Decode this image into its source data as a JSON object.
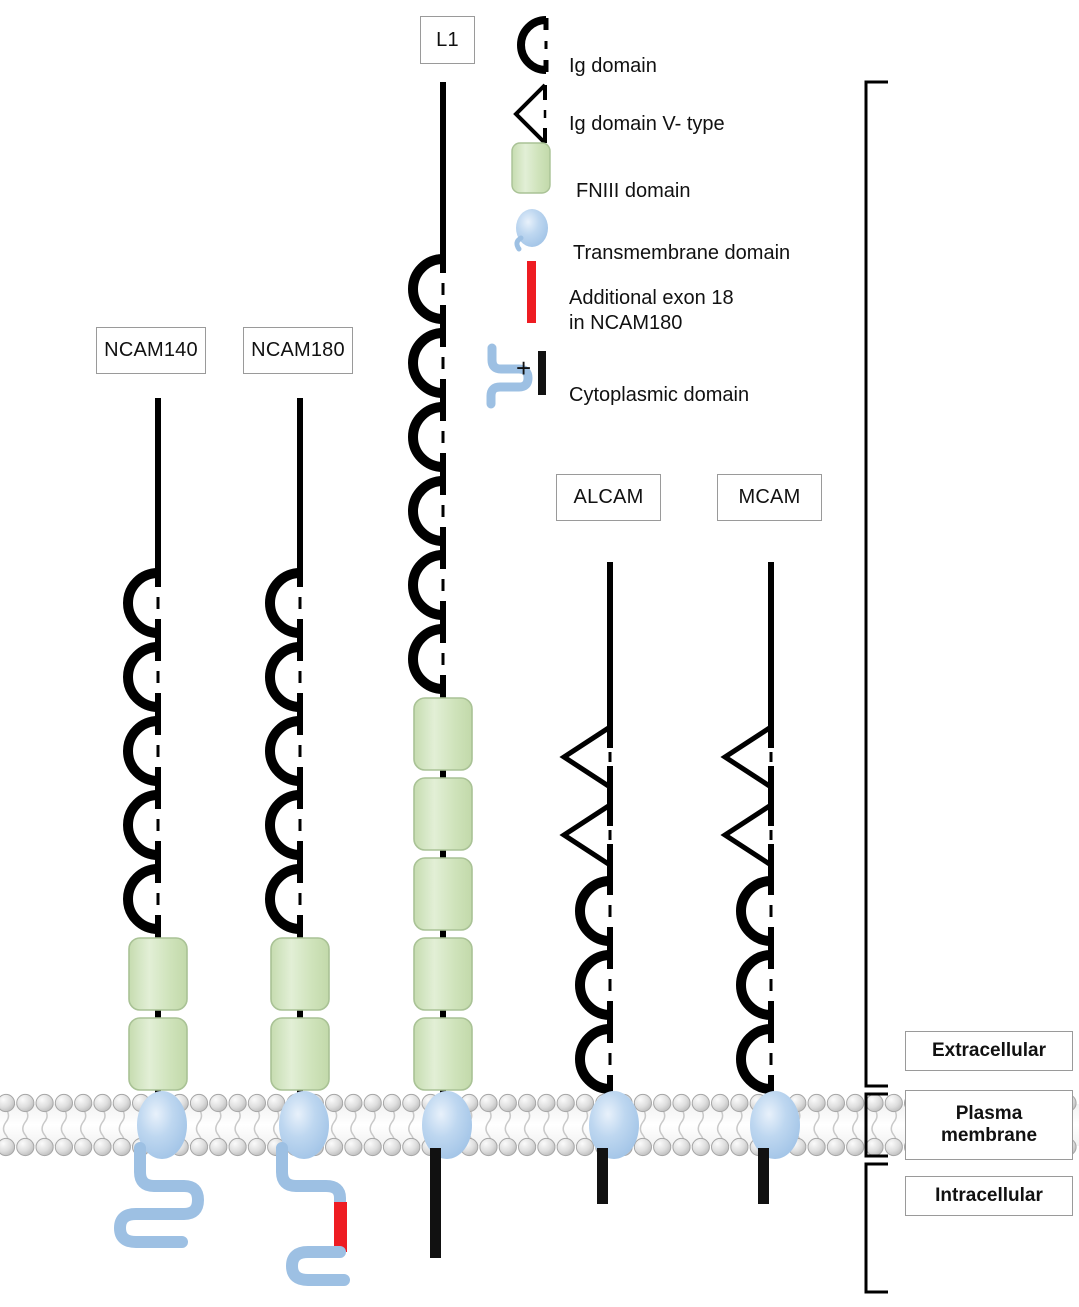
{
  "figure": {
    "title": "Cell adhesion molecule domain architecture diagram",
    "background": "#ffffff"
  },
  "colors": {
    "fnIII_fill": "#cfe3bb",
    "fnIII_stroke": "#a9c295",
    "transmembrane_fill": "#b6d0ec",
    "transmembrane_stroke": "#b6d0ec",
    "cytoplasmic_tail": "#9dc0e3",
    "exon18_red": "#ee1c22",
    "domain_stroke": "#000000",
    "membrane_head": "#d8d8d8",
    "membrane_head_stroke": "#a6a6a6",
    "box_border": "#9a9a9a"
  },
  "proteins": [
    {
      "name": "NCAM140",
      "label": "NCAM140",
      "ig_domains": 5,
      "ig_v_domains": 0,
      "fnIII_domains": 2,
      "transmembrane": true,
      "cytoplasmic_tail_type": "blue-squiggle",
      "has_exon18": false
    },
    {
      "name": "NCAM180",
      "label": "NCAM180",
      "ig_domains": 5,
      "ig_v_domains": 0,
      "fnIII_domains": 2,
      "transmembrane": true,
      "cytoplasmic_tail_type": "blue-squiggle",
      "has_exon18": true
    },
    {
      "name": "L1",
      "label": "L1",
      "ig_domains": 6,
      "ig_v_domains": 0,
      "fnIII_domains": 5,
      "transmembrane": true,
      "cytoplasmic_tail_type": "black-bar-long",
      "has_exon18": false
    },
    {
      "name": "ALCAM",
      "label": "ALCAM",
      "ig_domains": 3,
      "ig_v_domains": 2,
      "fnIII_domains": 0,
      "transmembrane": true,
      "cytoplasmic_tail_type": "black-bar-short",
      "has_exon18": false
    },
    {
      "name": "MCAM",
      "label": "MCAM",
      "ig_domains": 3,
      "ig_v_domains": 2,
      "fnIII_domains": 0,
      "transmembrane": true,
      "cytoplasmic_tail_type": "black-bar-short",
      "has_exon18": false
    }
  ],
  "legend": {
    "items": [
      {
        "id": "ig-domain",
        "label": "Ig domain",
        "icon": "ig-c-shape-icon"
      },
      {
        "id": "ig-domain-v-type",
        "label": "Ig domain V- type",
        "icon": "ig-diamond-icon"
      },
      {
        "id": "fniii-domain",
        "label": "FNIII domain",
        "icon": "fniii-rounded-rect-icon"
      },
      {
        "id": "transmembrane",
        "label": "Transmembrane domain",
        "icon": "transmembrane-ellipse-icon"
      },
      {
        "id": "exon18",
        "label": "Additional exon 18\nin NCAM180",
        "icon": "red-bar-icon"
      },
      {
        "id": "cytoplasmic-domain",
        "label": "Cytoplasmic domain",
        "icon": "cytoplasmic-squiggle-icon",
        "separator": "+"
      }
    ]
  },
  "compartments": [
    {
      "id": "extracellular",
      "label": "Extracellular"
    },
    {
      "id": "plasma-membrane",
      "label": "Plasma\nmembrane"
    },
    {
      "id": "intracellular",
      "label": "Intracellular"
    }
  ]
}
